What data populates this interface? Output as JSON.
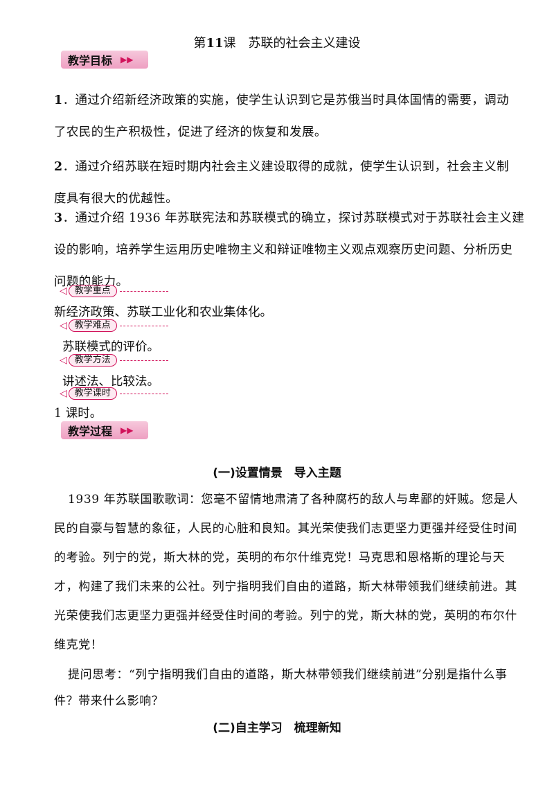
{
  "title": {
    "lesson": "第",
    "num": "11",
    "rest": "课　苏联的社会主义建设"
  },
  "tags": {
    "objectives": "教学目标",
    "key_points": "教学重点",
    "difficulties": "教学难点",
    "methods": "教学方法",
    "hours": "教学课时",
    "process": "教学过程"
  },
  "objectives": [
    {
      "num": "1",
      "text": "．通过介绍新经济政策的实施，使学生认识到它是苏俄当时具体国情的需要，调动了农民的生产积极性，促进了经济的恢复和发展。"
    },
    {
      "num": "2",
      "text": "．通过介绍苏联在短时期内社会主义建设取得的成就，使学生认识到，社会主义制度具有很大的优越性。"
    },
    {
      "num": "3",
      "text": "．通过介绍 1936 年苏联宪法和苏联模式的确立，探讨苏联模式对于苏联社会主义建设的影响，培养学生运用历史唯物主义和辩证唯物主义观点观察历史问题、分析历史问题的能力。"
    }
  ],
  "key_points_text": "新经济政策、苏联工业化和农业集体化。",
  "difficulties_text": "苏联模式的评价。",
  "methods_text": "讲述法、比较法。",
  "hours_text": "1 课时。",
  "section1": "(一)设置情景　导入主题",
  "anthem": "1939 年苏联国歌歌词：您毫不留情地肃清了各种腐朽的敌人与卑鄙的奸贼。您是人民的自豪与智慧的象征，人民的心脏和良知。其光荣使我们志更坚力更强并经受住时间的考验。列宁的党，斯大林的党，英明的布尔什维克党！马克思和恩格斯的理论与天才，构建了我们未来的公社。列宁指明我们自由的道路，斯大林带领我们继续前进。其光荣使我们志更坚力更强并经受住时间的考验。列宁的党，斯大林的党，英明的布尔什维克党！",
  "question": "提问思考：“列宁指明我们自由的道路，斯大林带领我们继续前进”分别是指什么事件？带来什么影响？",
  "section2": "(二)自主学习　梳理新知",
  "colors": {
    "accent": "#d1125a",
    "tag_bg": "#f2b3cf"
  }
}
